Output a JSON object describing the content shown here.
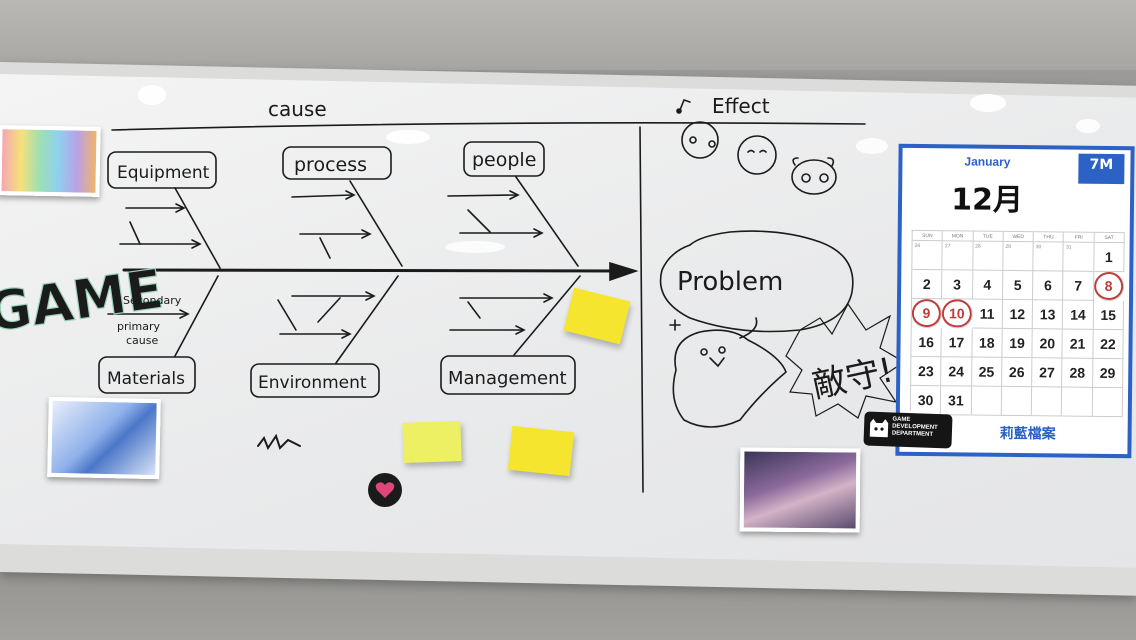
{
  "diagram": {
    "header_cause": "cause",
    "header_effect": "Effect",
    "categories": {
      "top": [
        "Equipment",
        "process",
        "people"
      ],
      "bottom": [
        "Materials",
        "Environment",
        "Management"
      ]
    },
    "notes": {
      "secondary": "Secondary",
      "primary": "primary",
      "cause": "cause"
    },
    "problem_label": "Problem",
    "side_text": "GAME",
    "doodle_text": "敵守!"
  },
  "calendar": {
    "month_en": "January",
    "month_zh": "12月",
    "logo": "7M",
    "weekdays": [
      "SUN",
      "MON",
      "TUE",
      "WED",
      "THU",
      "FRI",
      "SAT"
    ],
    "prev_days": [
      "26",
      "27",
      "28",
      "29",
      "30",
      "31"
    ],
    "days": [
      "1",
      "2",
      "3",
      "4",
      "5",
      "6",
      "7",
      "8",
      "9",
      "10",
      "11",
      "12",
      "13",
      "14",
      "15",
      "16",
      "17",
      "18",
      "19",
      "20",
      "21",
      "22",
      "23",
      "24",
      "25",
      "26",
      "27",
      "28",
      "29",
      "30",
      "31"
    ],
    "circled": [
      "8",
      "9",
      "10"
    ],
    "footer": "莉藍檔案"
  },
  "badge": {
    "lines": [
      "GAME",
      "DEVELOPMENT",
      "DEPARTMENT"
    ]
  },
  "colors": {
    "calendar_blue": "#2c62c6",
    "sticky_yellow": "#f5e52e",
    "ink": "#1b1b1b",
    "circle_red": "#c23a3a"
  }
}
